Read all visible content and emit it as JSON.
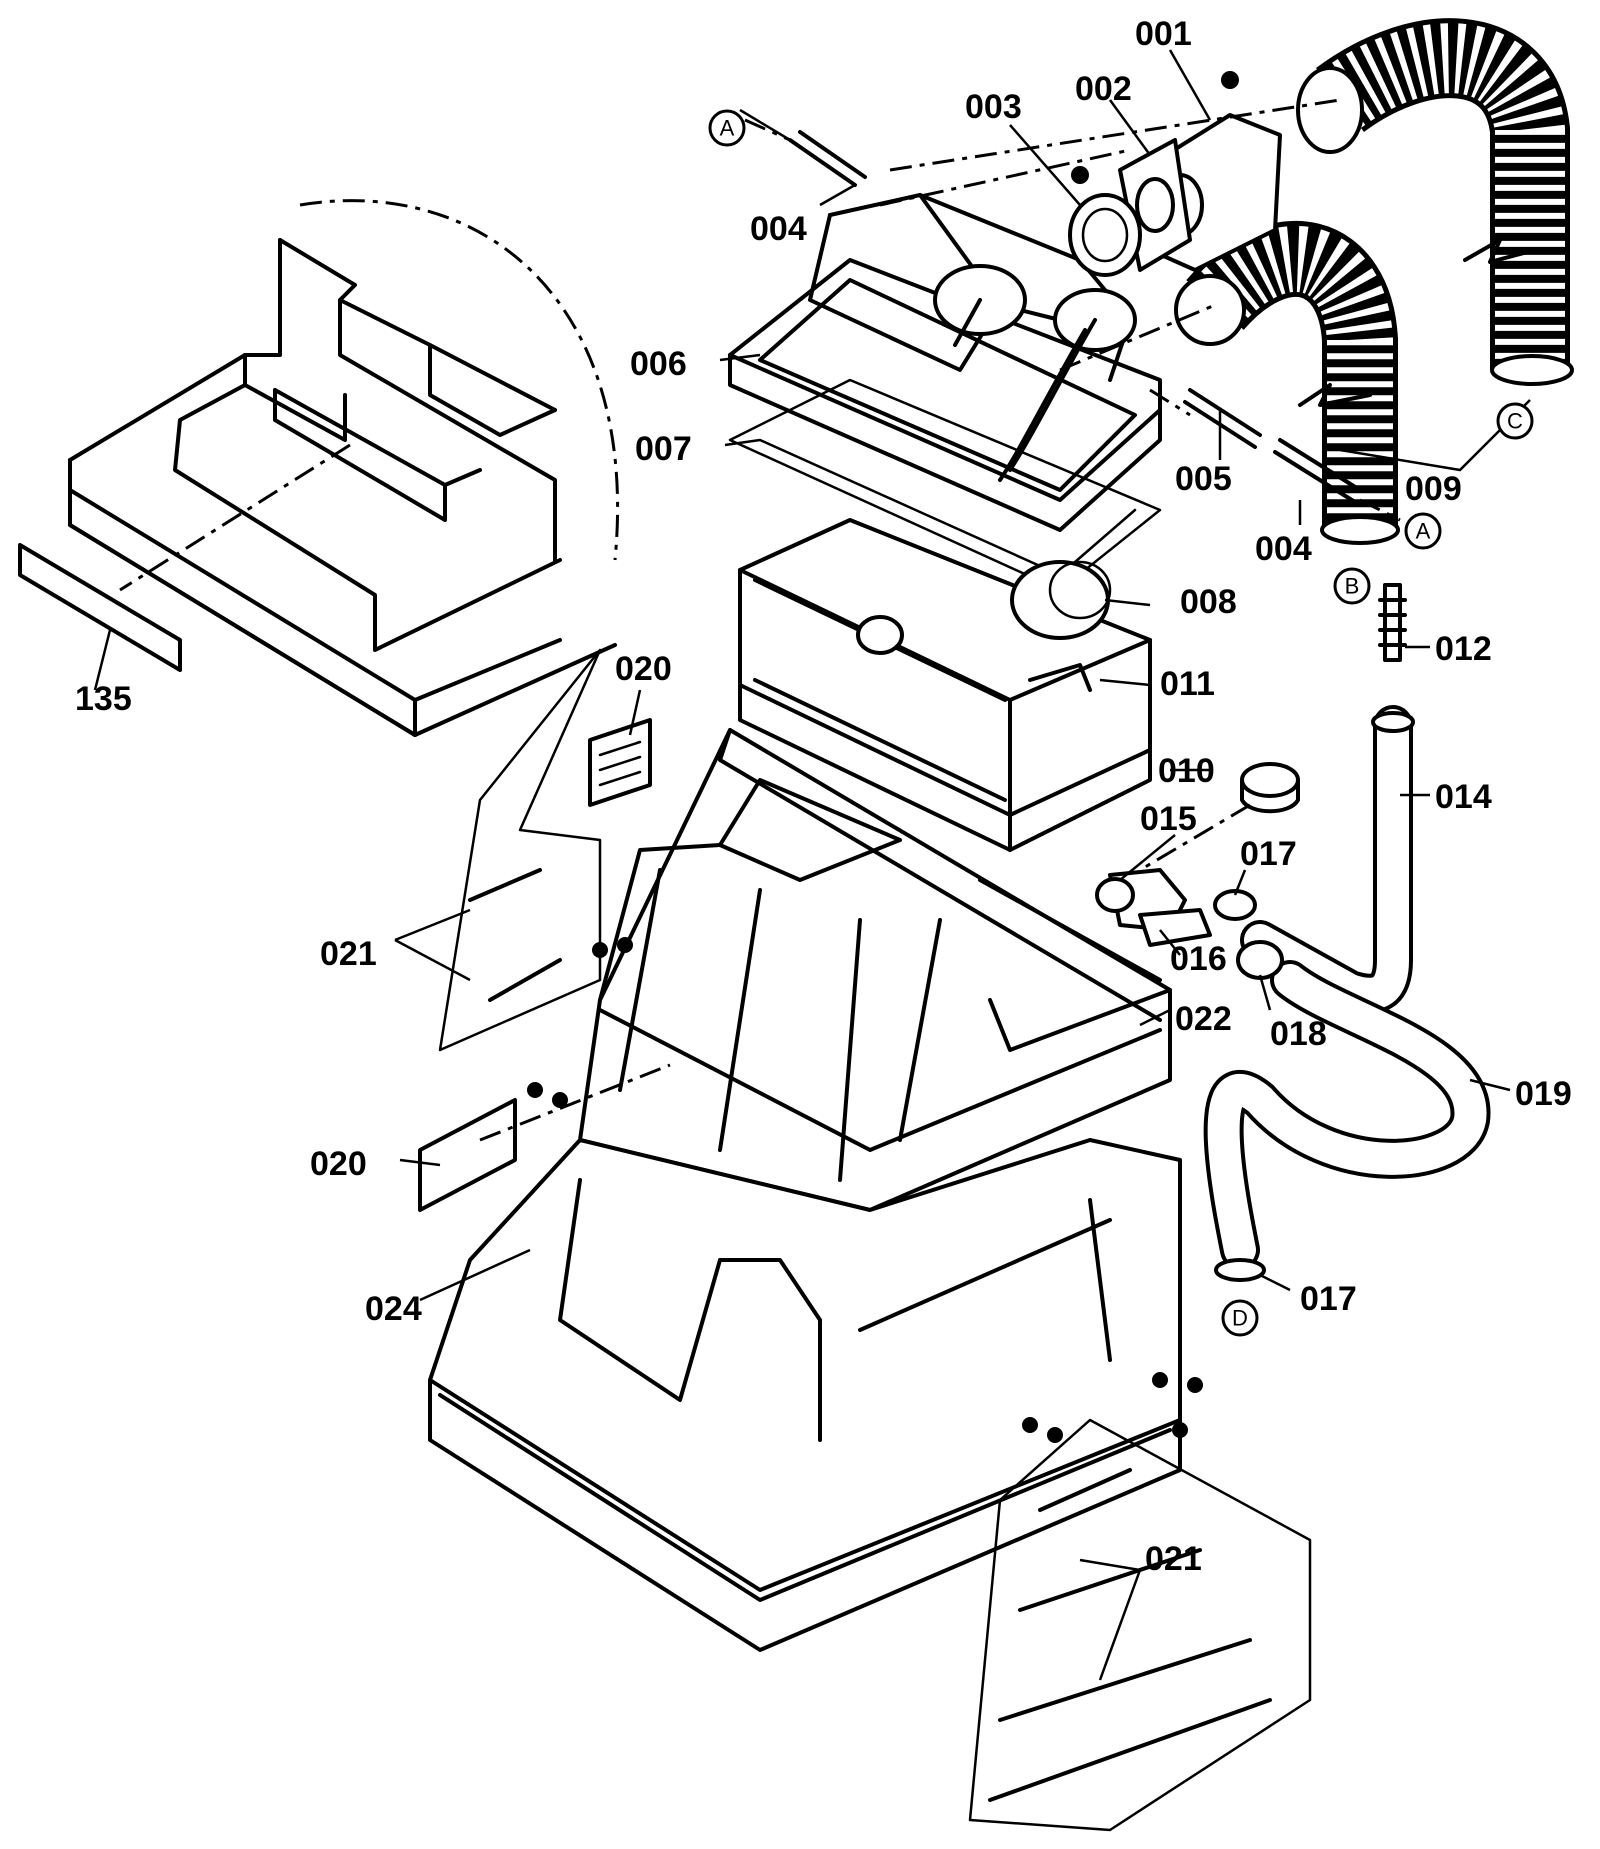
{
  "labels": {
    "p001": "001",
    "p002": "002",
    "p003": "003",
    "p004a": "004",
    "p004b": "004",
    "p005": "005",
    "p006": "006",
    "p007": "007",
    "p008": "008",
    "p009": "009",
    "p010": "010",
    "p011": "011",
    "p012": "012",
    "p014": "014",
    "p015": "015",
    "p016": "016",
    "p017a": "017",
    "p017b": "017",
    "p018": "018",
    "p019": "019",
    "p020a": "020",
    "p020b": "020",
    "p021a": "021",
    "p021b": "021",
    "p022": "022",
    "p024": "024",
    "p135": "135"
  },
  "connectors": {
    "a_top": "A",
    "a_right": "A",
    "b": "B",
    "c": "C",
    "d": "D"
  }
}
